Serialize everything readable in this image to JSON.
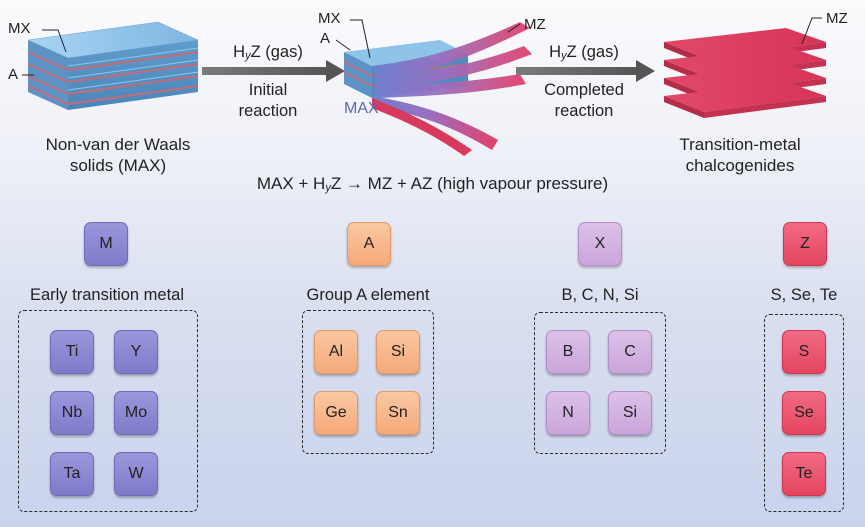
{
  "stage_left": {
    "label_mx": "MX",
    "label_a": "A",
    "caption_line1": "Non-van der Waals",
    "caption_line2": "solids (MAX)"
  },
  "arrow1": {
    "reagent_prefix": "H",
    "reagent_sub": "y",
    "reagent_suffix": "Z (gas)",
    "line1": "Initial",
    "line2": "reaction"
  },
  "stage_middle": {
    "label_mx": "MX",
    "label_a": "A",
    "label_mz": "MZ",
    "label_max": "MAX"
  },
  "arrow2": {
    "reagent_prefix": "H",
    "reagent_sub": "y",
    "reagent_suffix": "Z (gas)",
    "line1": "Completed",
    "line2": "reaction"
  },
  "stage_right": {
    "label_mz": "MZ",
    "caption_line1": "Transition-metal",
    "caption_line2": "chalcogenides"
  },
  "equation": {
    "left": "MAX + H",
    "sub": "y",
    "right": "Z → MZ + AZ (high vapour pressure)"
  },
  "groups": [
    {
      "symbol": "M",
      "label": "Early transition metal",
      "elements": [
        "Ti",
        "Y",
        "Nb",
        "Mo",
        "Ta",
        "W"
      ],
      "color": "#8c88d4"
    },
    {
      "symbol": "A",
      "label": "Group A element",
      "elements": [
        "Al",
        "Si",
        "Ge",
        "Sn"
      ],
      "color": "#f7b68b"
    },
    {
      "symbol": "X",
      "label": "B, C, N, Si",
      "elements": [
        "B",
        "C",
        "N",
        "Si"
      ],
      "color": "#d2b2e1"
    },
    {
      "symbol": "Z",
      "label": "S, Se, Te",
      "elements": [
        "S",
        "Se",
        "Te"
      ],
      "color": "#ea5570"
    }
  ],
  "colors": {
    "max_layer_blue": "#8fc4ea",
    "max_layer_stripe": "#c86a7a",
    "mz_layer_red": "#e0415f",
    "arrow_gray": "#666666"
  }
}
